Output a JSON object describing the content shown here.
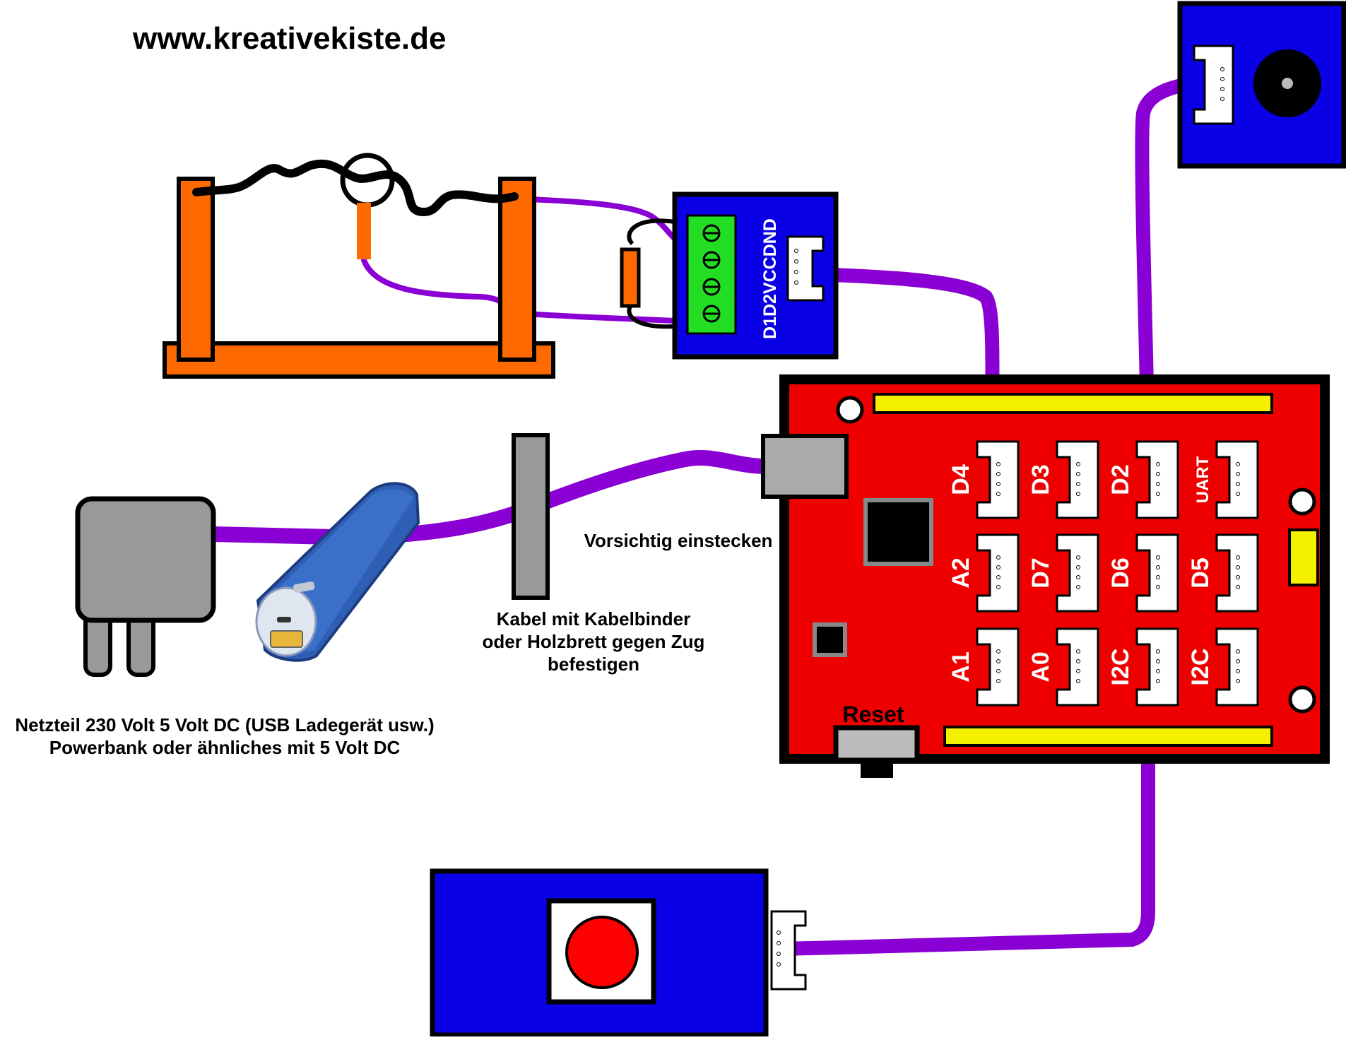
{
  "site_title": "www.kreativekiste.de",
  "captions": {
    "power_line1": "Netzteil 230 Volt 5 Volt DC (USB Ladegerät usw.)",
    "power_line2": "Powerbank oder ähnliches mit 5 Volt DC",
    "strain_line1": "Kabel mit Kabelbinder",
    "strain_line2": "oder Holzbrett gegen Zug",
    "strain_line3": "befestigen",
    "plug_note": "Vorsichtig einstecken",
    "reset": "Reset",
    "adapter_pins": "D1D2VCCDND"
  },
  "shield_ports": {
    "row1": [
      "D4",
      "D3",
      "D2",
      "UART"
    ],
    "row2": [
      "A2",
      "D7",
      "D6",
      "D5"
    ],
    "row3": [
      "A1",
      "A0",
      "I2C",
      "I2C"
    ]
  },
  "colors": {
    "wire": "#8a00d4",
    "board": "#ee0000",
    "module": "#0a00e6",
    "frame": "#ff6a00",
    "header": "#f5f000",
    "terminal": "#22dd22",
    "button": "#ff0000"
  }
}
